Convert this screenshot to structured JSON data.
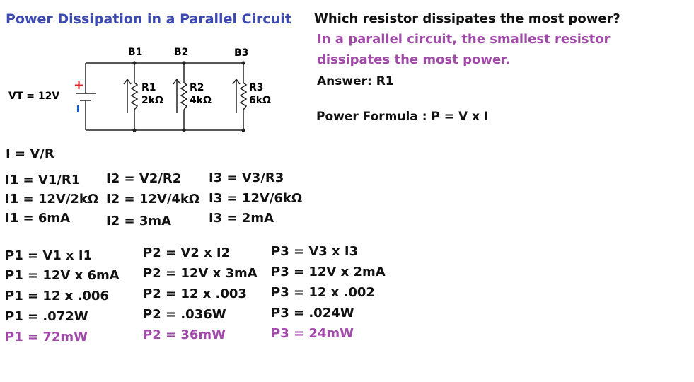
{
  "title": "Power Dissipation in a Parallel Circuit",
  "question": "Which resistor dissipates the most power?",
  "explanation_line1": "In a parallel circuit, the smallest resistor",
  "explanation_line2": "dissipates the most power.",
  "answer": "Answer: R1",
  "power_formula": "Power Formula : P = V x I",
  "circuit": {
    "source_label": "VT = 12V",
    "plus": "+",
    "branches": [
      "B1",
      "B2",
      "B3"
    ],
    "resistors": [
      {
        "name": "R1",
        "value": "2kΩ"
      },
      {
        "name": "R2",
        "value": "4kΩ"
      },
      {
        "name": "R3",
        "value": "6kΩ"
      }
    ]
  },
  "ohms_law": "I = V/R",
  "current_calcs": [
    [
      "I1 = V1/R1",
      "I1 = 12V/2kΩ",
      "I1 = 6mA"
    ],
    [
      "I2 = V2/R2",
      "I2 = 12V/4kΩ",
      "I2 = 3mA"
    ],
    [
      "I3 = V3/R3",
      "I3 = 12V/6kΩ",
      "I3 = 2mA"
    ]
  ],
  "power_calcs": [
    [
      "P1 = V1 x I1",
      "P1 = 12V x 6mA",
      "P1 = 12 x .006",
      "P1 = .072W",
      "P1 = 72mW"
    ],
    [
      "P2 = V2 x I2",
      "P2 = 12V x 3mA",
      "P2 = 12 x .003",
      "P2 = .036W",
      "P2 = 36mW"
    ],
    [
      "P3 = V3 x I3",
      "P3 = 12V x 2mA",
      "P3 = 12 x .002",
      "P3 = .024W",
      "P3 = 24mW"
    ]
  ],
  "colors": {
    "title": "#3b49b0",
    "highlight": "#a24aa9",
    "plus": "#e02020",
    "minus": "#1a5fd0"
  }
}
